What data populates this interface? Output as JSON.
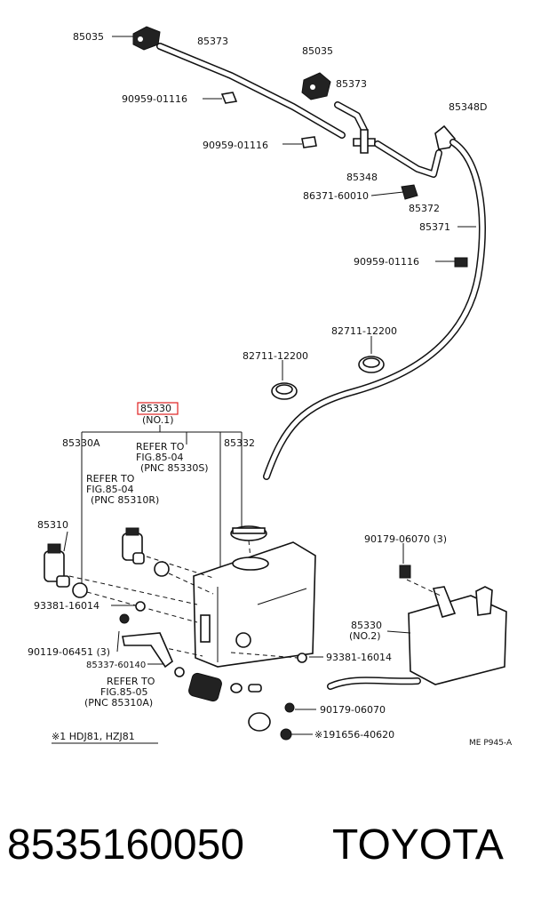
{
  "diagram": {
    "labels": {
      "p85035_a": "85035",
      "p85373_a": "85373",
      "p85035_b": "85035",
      "p85373_b": "85373",
      "p90959_a": "90959-01116",
      "p85348d": "85348D",
      "p90959_b": "90959-01116",
      "p85348": "85348",
      "p86371": "86371-60010",
      "p85372": "85372",
      "p85371": "85371",
      "p90959_c": "90959-01116",
      "p82711_a": "82711-12200",
      "p82711_b": "82711-12200",
      "p85330": "85330",
      "p85330_no1": "(NO.1)",
      "p85330a": "85330A",
      "refer1_l1": "REFER TO",
      "refer1_l2": "FIG.85-04",
      "refer1_l3": "(PNC 85330S)",
      "p85332": "85332",
      "refer2_l1": "REFER TO",
      "refer2_l2": "FIG.85-04",
      "refer2_l3": "(PNC 85310R)",
      "p85310": "85310",
      "p90179_a": "90179-06070 (3)",
      "p93381_a": "93381-16014",
      "p85330_b": "85330",
      "p85330_no2": "(NO.2)",
      "p90119": "90119-06451 (3)",
      "p93381_b": "93381-16014",
      "p85337": "85337-60140",
      "refer3_l1": "REFER TO",
      "refer3_l2": "FIG.85-05",
      "refer3_l3": "(PNC 85310A)",
      "p90179_b": "90179-06070",
      "p91656": "※191656-40620",
      "note": "※1 HDJ81, HZJ81",
      "figcode": "ME P945-A"
    },
    "footer": {
      "part_number": "8535160050",
      "brand": "TOYOTA"
    },
    "highlight_color": "#e02020"
  }
}
